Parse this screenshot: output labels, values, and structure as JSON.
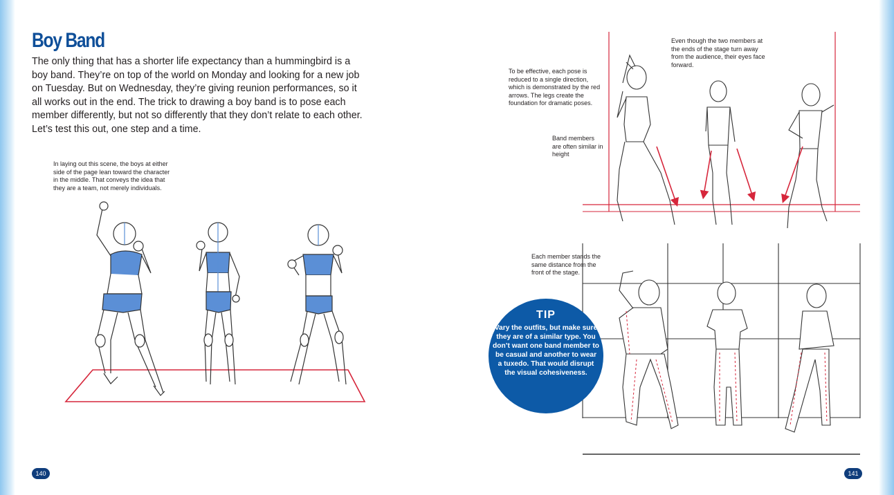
{
  "left_page": {
    "title": "Boy Band",
    "intro": "The only thing that has a shorter life expectancy than a hummingbird is a boy band. They’re on top of the world on Monday and looking for a new job on Tuesday. But on Wednesday, they’re giving reunion performances, so it all works out in the end. The trick to drawing a boy band is to pose each member differently, but not so differently that they don’t relate to each other. Let’s test this out, one step and a time.",
    "note": "In laying out this scene, the boys at either side of the page lean toward the character in the middle. That conveys the idea that they are a team, not merely individuals.",
    "page_number": "140"
  },
  "right_page": {
    "note_effective": "To be effective, each pose is reduced to a single direction, which is demonstrated by the red arrows. The legs create the foundation for dramatic poses.",
    "note_eyes": "Even though the two members at the ends of the stage turn away from the audience, their eyes face forward.",
    "note_height": "Band members are often similar in height",
    "note_distance": "Each member stands the same distance from the front of the stage.",
    "tip": {
      "title": "TIP",
      "body": "Vary the outfits, but make sure they are of a similar type. You don’t want one band member to be casual and another to wear a tuxedo. That would disrupt the visual cohesiveness."
    },
    "page_number": "141"
  },
  "colors": {
    "title_blue": "#0f4f99",
    "shading_blue": "#5b8fd6",
    "guide_red": "#d6263b",
    "tip_blue": "#0d5aa7",
    "edge_blue": "#8fc7ef"
  }
}
